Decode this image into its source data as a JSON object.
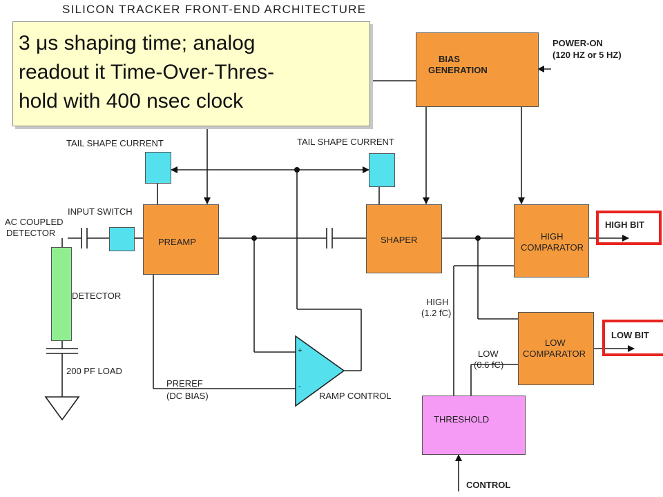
{
  "title": "SILICON TRACKER FRONT-END ARCHITECTURE",
  "note": {
    "line1": "3 μs shaping time; analog",
    "line2": "readout it Time-Over-Thres-",
    "line3": "hold with 400 nsec clock"
  },
  "blocks": {
    "bias": [
      "BIAS",
      "GENERATION"
    ],
    "preamp": "PREAMP",
    "shaper": "SHAPER",
    "high_comp": [
      "HIGH",
      "COMPARATOR"
    ],
    "low_comp": [
      "LOW",
      "COMPARATOR"
    ],
    "threshold": "THRESHOLD"
  },
  "labels": {
    "power_on": [
      "POWER-ON",
      "(120 HZ or 5 HZ)"
    ],
    "tail_shape_left": "TAIL SHAPE CURRENT",
    "tail_shape_right": "TAIL SHAPE CURRENT",
    "input_switch": "INPUT SWITCH",
    "ac_coupled": [
      "AC COUPLED",
      "DETECTOR"
    ],
    "detector": "DETECTOR",
    "load": "200 PF LOAD",
    "preref": [
      "PREREF",
      "(DC BIAS)"
    ],
    "ramp_control": "RAMP CONTROL",
    "high_th": [
      "HIGH",
      "(1.2 fC)"
    ],
    "low_th": [
      "LOW",
      "(0.6 fC)"
    ],
    "control": "CONTROL",
    "high_bit": "HIGH BIT",
    "low_bit": "LOW BIT",
    "opamp_plus": "+",
    "opamp_minus": "-"
  },
  "colors": {
    "block_orange": "#f59a3c",
    "switch_cyan": "#55e0ee",
    "detector_green": "#90ee90",
    "threshold_pink": "#f59af5",
    "note_yellow": "#ffffcc",
    "highlight_red": "#e8231f"
  }
}
